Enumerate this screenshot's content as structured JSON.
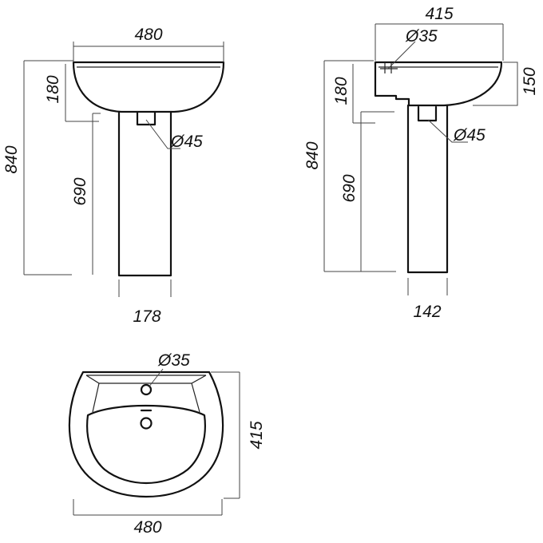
{
  "front_view": {
    "width": "480",
    "height_total": "840",
    "basin_depth": "180",
    "pedestal_height": "690",
    "pedestal_width": "178",
    "drain_diameter": "Ø45"
  },
  "side_view": {
    "depth": "415",
    "height_total": "840",
    "basin_depth": "180",
    "pedestal_height": "690",
    "pedestal_width": "142",
    "rim_height": "150",
    "tap_hole_diameter": "Ø35",
    "drain_diameter": "Ø45"
  },
  "top_view": {
    "tap_hole_diameter": "Ø35",
    "depth": "415",
    "width": "480"
  },
  "colors": {
    "line": "#111111",
    "background": "#ffffff"
  }
}
